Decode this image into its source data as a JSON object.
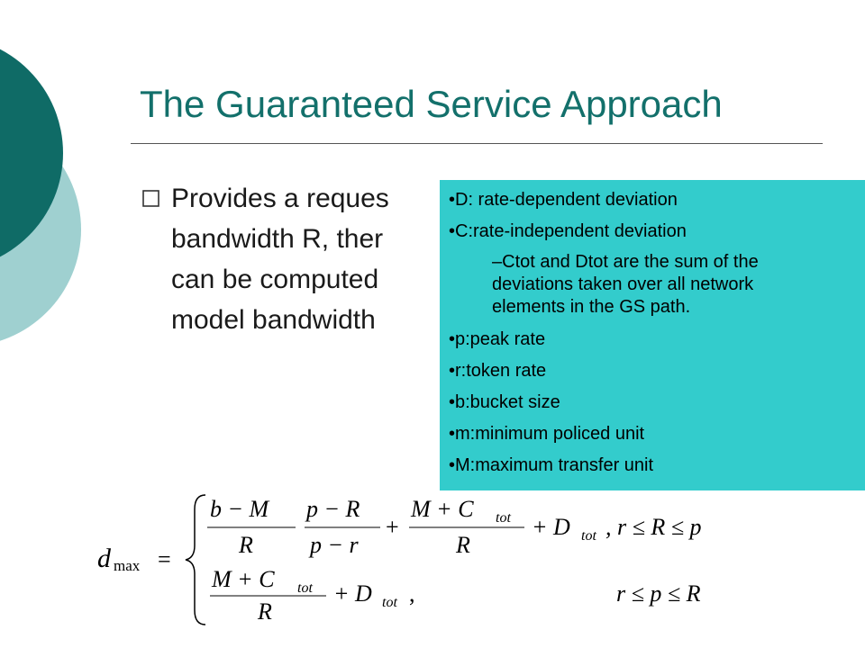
{
  "slide": {
    "title": "The Guaranteed Service Approach",
    "bullet_text": "Provides a reques\nbandwidth R, ther\ncan be computed\nmodel bandwidth",
    "colors": {
      "accent": "#13706b",
      "box": "#33cccc",
      "circle_dark": "#0f6b66",
      "circle_light": "#9fd0d0"
    }
  },
  "legend": {
    "items": [
      "•D: rate-dependent deviation",
      "•C:rate-independent deviation"
    ],
    "sub_item": "–Ctot and  Dtot are the sum of the\ndeviations taken over all network\nelements in the GS path.",
    "items2": [
      "•p:peak rate",
      "•r:token rate",
      "•b:bucket size",
      "•m:minimum policed unit",
      "•M:maximum transfer unit"
    ]
  },
  "formula": {
    "d": "d",
    "max": "max",
    "eq": "=",
    "row1": {
      "num1": "b − M",
      "den1": "R",
      "num2": "p − R",
      "den2": "p − r",
      "plus1": "+",
      "num3": "M  + C",
      "num3_sub": "tot",
      "den3": "R",
      "plus2": "+ D",
      "plus2_sub": "tot",
      "cond": ", r  ≤  R  ≤  p"
    },
    "row2": {
      "num": "M  + C",
      "num_sub": "tot",
      "den": "R",
      "plus": "+ D",
      "plus_sub": "tot",
      "comma": ",",
      "cond": "r  ≤  p  ≤  R"
    }
  }
}
